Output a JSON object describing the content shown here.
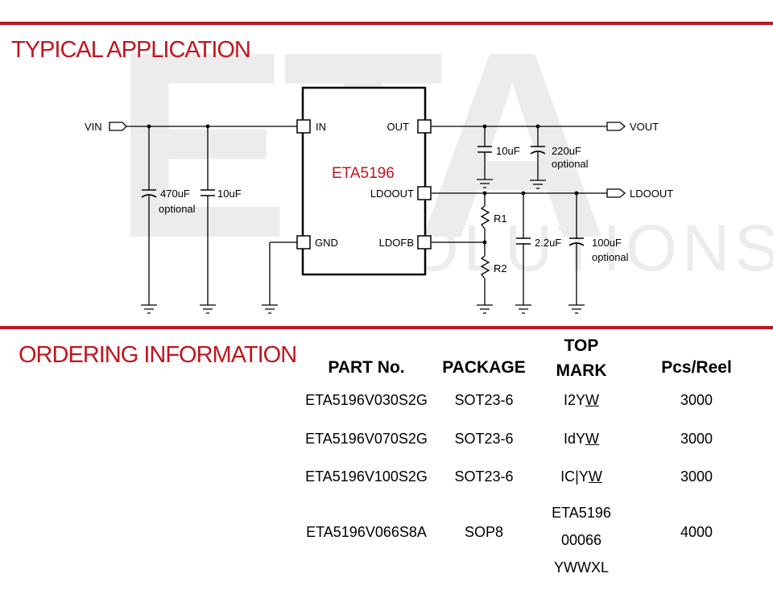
{
  "sections": {
    "typical_application": "TYPICAL APPLICATION",
    "ordering_information": "ORDERING INFORMATION"
  },
  "watermark": {
    "logo": "ETA",
    "text": "SOLUTIONS"
  },
  "schematic": {
    "chip": "ETA5196",
    "pins": {
      "in": "IN",
      "out": "OUT",
      "gnd": "GND",
      "ldoout": "LDOOUT",
      "ldofb": "LDOFB"
    },
    "nets": {
      "vin": "VIN",
      "vout": "VOUT",
      "ldoout": "LDOOUT"
    },
    "components": {
      "c_in1": "470uF",
      "c_in1_note": "optional",
      "c_in2": "10uF",
      "c_out1": "10uF",
      "c_out2": "220uF",
      "c_out2_note": "optional",
      "r1": "R1",
      "r2": "R2",
      "c_ldo1": "2.2uF",
      "c_ldo2": "100uF",
      "c_ldo2_note": "optional"
    }
  },
  "ordering_table": {
    "headers": {
      "part": "PART No.",
      "package": "PACKAGE",
      "mark_top": "TOP",
      "mark_bottom": "MARK",
      "pcs": "Pcs/Reel"
    },
    "rows": [
      {
        "part": "ETA5196V030S2G",
        "package": "SOT23-6",
        "mark_prefix": "I2Y",
        "mark_underlined": "W",
        "pcs": "3000"
      },
      {
        "part": "ETA5196V070S2G",
        "package": "SOT23-6",
        "mark_prefix": "IdY",
        "mark_underlined": "W",
        "pcs": "3000"
      },
      {
        "part": "ETA5196V100S2G",
        "package": "SOT23-6",
        "mark_prefix": "IC|Y",
        "mark_underlined": "W",
        "pcs": "3000"
      },
      {
        "part": "ETA5196V066S8A",
        "package": "SOP8",
        "mark_lines": [
          "ETA5196",
          "00066",
          "YWWXL"
        ],
        "pcs": "4000"
      }
    ]
  },
  "colors": {
    "accent": "#c0161e",
    "watermark": "#ececec"
  }
}
